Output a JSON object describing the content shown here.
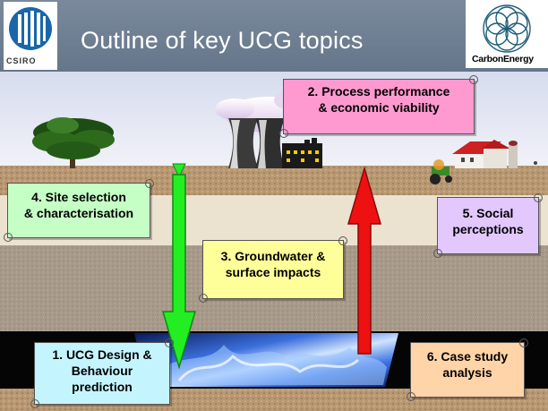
{
  "slide": {
    "title": "Outline of key UCG topics",
    "logos": {
      "left": "CSIRO",
      "right": "CarbonEnergy"
    },
    "topics": [
      {
        "line1": "2. Process performance",
        "line2": "& economic viability",
        "color": "#ff9ad0"
      },
      {
        "line1": "4. Site selection",
        "line2": "& characterisation",
        "color": "#c6ffc6"
      },
      {
        "line1": "5. Social",
        "line2": "perceptions",
        "color": "#e2c8ff"
      },
      {
        "line1": "3. Groundwater &",
        "line2": "surface impacts",
        "color": "#ffff99"
      },
      {
        "line1": "1. UCG Design &",
        "line2": "Behaviour",
        "line3": "prediction",
        "color": "#c4f5ff"
      },
      {
        "line1": "6. Case study",
        "line2": "analysis",
        "color": "#ffd4a8"
      }
    ],
    "colors": {
      "header_bg": "#6f7f92",
      "arrow_down": "#22ee22",
      "arrow_up": "#ee1111"
    }
  }
}
